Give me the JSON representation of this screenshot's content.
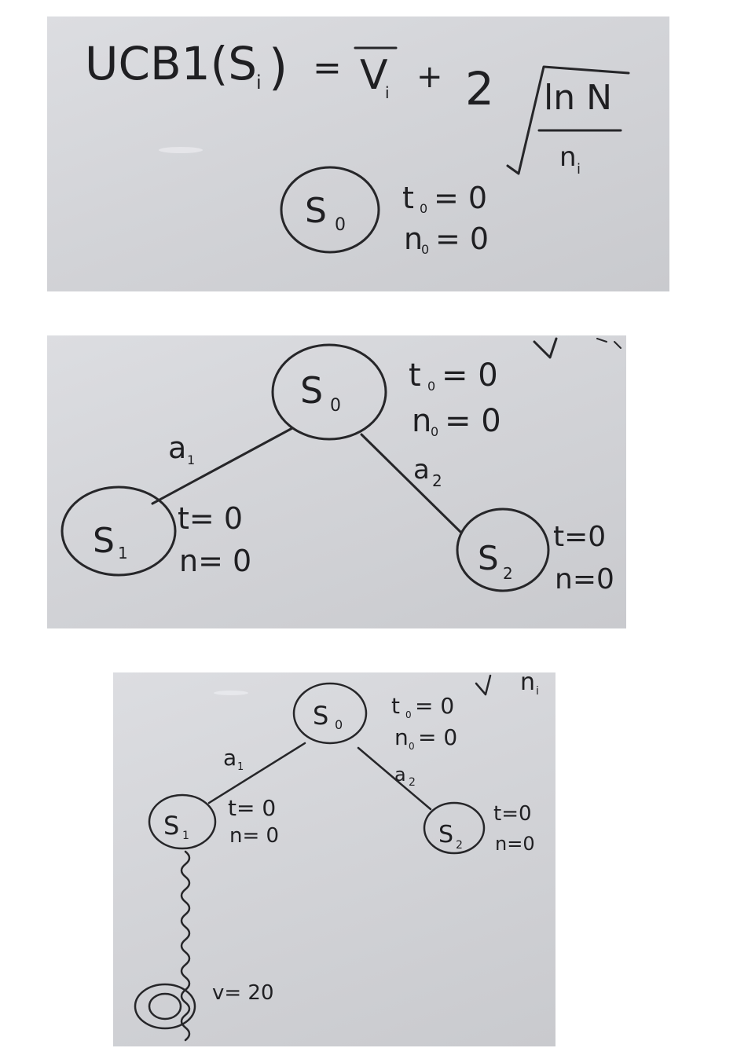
{
  "formula": {
    "lhs": "UCB1(S",
    "lhs_sub": "i",
    "lhs_close": ")",
    "equals": "=",
    "v": "V",
    "v_sub": "i",
    "plus": "+",
    "coef": "2",
    "numerator": "ln N",
    "denominator": "n",
    "denominator_sub": "i"
  },
  "root": {
    "label": "S",
    "label_sub": "0",
    "t_var": "t",
    "t_sub": "0",
    "t_eq": "= 0",
    "n_var": "n",
    "n_sub": "0",
    "n_eq": "= 0"
  },
  "child1": {
    "label": "S",
    "label_sub": "1",
    "t": "t= 0",
    "n": "n= 0",
    "edge_label": "a",
    "edge_sub": "1"
  },
  "child2": {
    "label": "S",
    "label_sub": "2",
    "t": "t=0",
    "n": "n=0",
    "edge_label": "a",
    "edge_sub": "2"
  },
  "rollout": {
    "value": "v= 20"
  },
  "fragments": {
    "sqrt_ni": "n",
    "sqrt_ni_sub": "i"
  }
}
